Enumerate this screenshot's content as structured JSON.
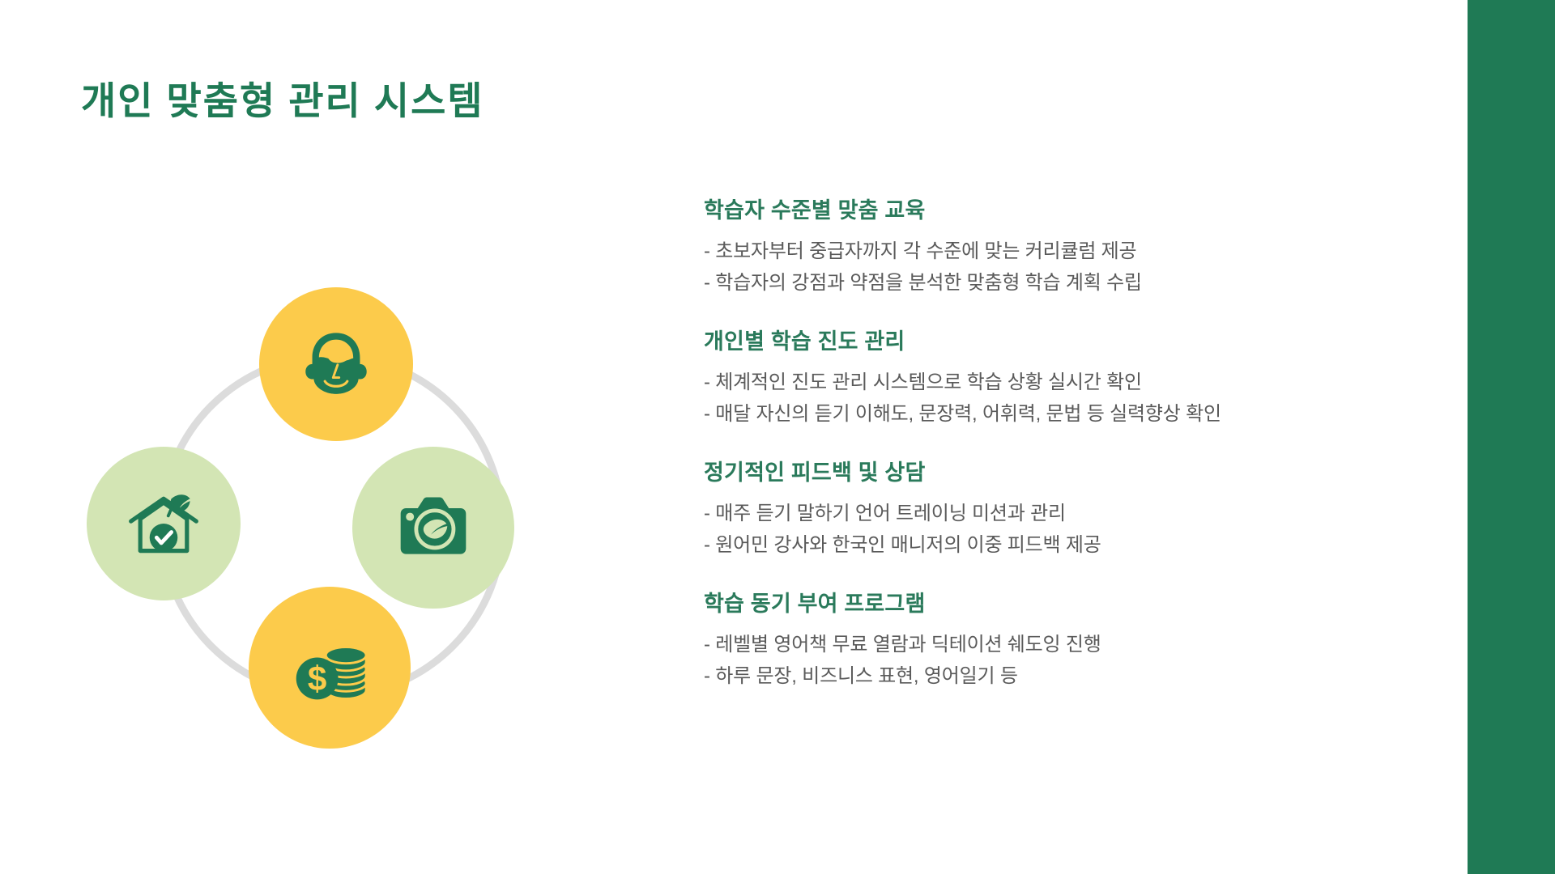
{
  "slide": {
    "title": "개인 맞춤형 관리 시스템",
    "background_color": "#FFFFFF",
    "accent_bar_color": "#1F7A55",
    "heading_color": "#2A7A5B",
    "body_text_color": "#5A5A5A"
  },
  "diagram": {
    "ring_color": "#DCDCDC",
    "nodes": [
      {
        "position": "top",
        "icon": "eco-head-leaf-icon",
        "circle_color": "#FCCB4B",
        "icon_color": "#1F7A55"
      },
      {
        "position": "left",
        "icon": "eco-home-check-icon",
        "circle_color": "#D3E5B4",
        "icon_color": "#1F7A55"
      },
      {
        "position": "right",
        "icon": "eco-camera-leaf-icon",
        "circle_color": "#D3E5B4",
        "icon_color": "#1F7A55"
      },
      {
        "position": "bottom",
        "icon": "coin-stack-dollar-icon",
        "circle_color": "#FCCB4B",
        "icon_color": "#1F7A55"
      }
    ]
  },
  "features": [
    {
      "heading": "학습자 수준별 맞춤 교육",
      "lines": [
        "- 초보자부터 중급자까지 각 수준에 맞는 커리큘럼 제공",
        "- 학습자의 강점과 약점을 분석한 맞춤형 학습 계획 수립"
      ]
    },
    {
      "heading": "개인별 학습 진도 관리",
      "lines": [
        "- 체계적인 진도 관리 시스템으로 학습 상황 실시간 확인",
        "- 매달 자신의 듣기 이해도, 문장력, 어휘력, 문법 등 실력향상 확인"
      ]
    },
    {
      "heading": "정기적인 피드백 및 상담",
      "lines": [
        "- 매주 듣기 말하기 언어 트레이닝 미션과 관리",
        "- 원어민 강사와 한국인 매니저의 이중 피드백 제공"
      ]
    },
    {
      "heading": "학습 동기 부여 프로그램",
      "lines": [
        "- 레벨별 영어책 무료 열람과 딕테이션 쉐도잉 진행",
        "- 하루 문장, 비즈니스 표현, 영어일기 등"
      ]
    }
  ]
}
